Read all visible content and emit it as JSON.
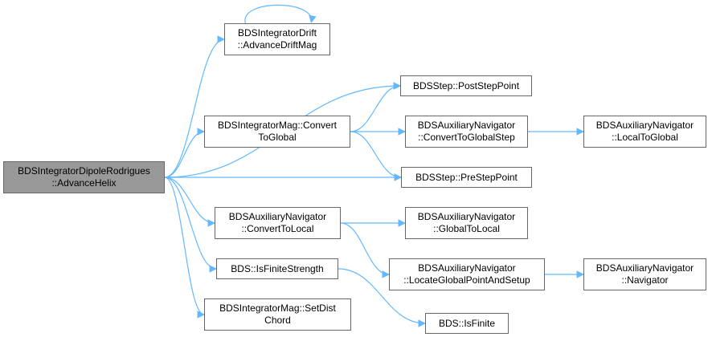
{
  "colors": {
    "edge": "#63b8ff",
    "node_border": "#666666",
    "root_fill": "#999999",
    "node_fill": "#ffffff"
  },
  "nodes": {
    "root": {
      "line1": "BDSIntegratorDipoleRodrigues",
      "line2": "::AdvanceHelix"
    },
    "drift": {
      "line1": "BDSIntegratorDrift",
      "line2": "::AdvanceDriftMag"
    },
    "poststep": {
      "line1": "BDSStep::PostStepPoint"
    },
    "convert_global": {
      "line1": "BDSIntegratorMag::Convert",
      "line2": "ToGlobal"
    },
    "aux_convert_global_step": {
      "line1": "BDSAuxiliaryNavigator",
      "line2": "::ConvertToGlobalStep"
    },
    "aux_local_to_global": {
      "line1": "BDSAuxiliaryNavigator",
      "line2": "::LocalToGlobal"
    },
    "prestep": {
      "line1": "BDSStep::PreStepPoint"
    },
    "aux_convert_local": {
      "line1": "BDSAuxiliaryNavigator",
      "line2": "::ConvertToLocal"
    },
    "aux_global_to_local": {
      "line1": "BDSAuxiliaryNavigator",
      "line2": "::GlobalToLocal"
    },
    "aux_locate": {
      "line1": "BDSAuxiliaryNavigator",
      "line2": "::LocateGlobalPointAndSetup"
    },
    "aux_navigator": {
      "line1": "BDSAuxiliaryNavigator",
      "line2": "::Navigator"
    },
    "is_finite_strength": {
      "line1": "BDS::IsFiniteStrength"
    },
    "is_finite": {
      "line1": "BDS::IsFinite"
    },
    "set_dist_chord": {
      "line1": "BDSIntegratorMag::SetDist",
      "line2": "Chord"
    }
  },
  "edges": [
    [
      "root",
      "drift"
    ],
    [
      "root",
      "poststep"
    ],
    [
      "root",
      "convert_global"
    ],
    [
      "root",
      "prestep"
    ],
    [
      "root",
      "aux_convert_local"
    ],
    [
      "root",
      "is_finite_strength"
    ],
    [
      "root",
      "set_dist_chord"
    ],
    [
      "drift",
      "drift"
    ],
    [
      "convert_global",
      "poststep"
    ],
    [
      "convert_global",
      "aux_convert_global_step"
    ],
    [
      "convert_global",
      "prestep"
    ],
    [
      "aux_convert_global_step",
      "aux_local_to_global"
    ],
    [
      "aux_convert_local",
      "aux_global_to_local"
    ],
    [
      "aux_convert_local",
      "aux_locate"
    ],
    [
      "aux_locate",
      "aux_navigator"
    ],
    [
      "is_finite_strength",
      "is_finite"
    ]
  ]
}
